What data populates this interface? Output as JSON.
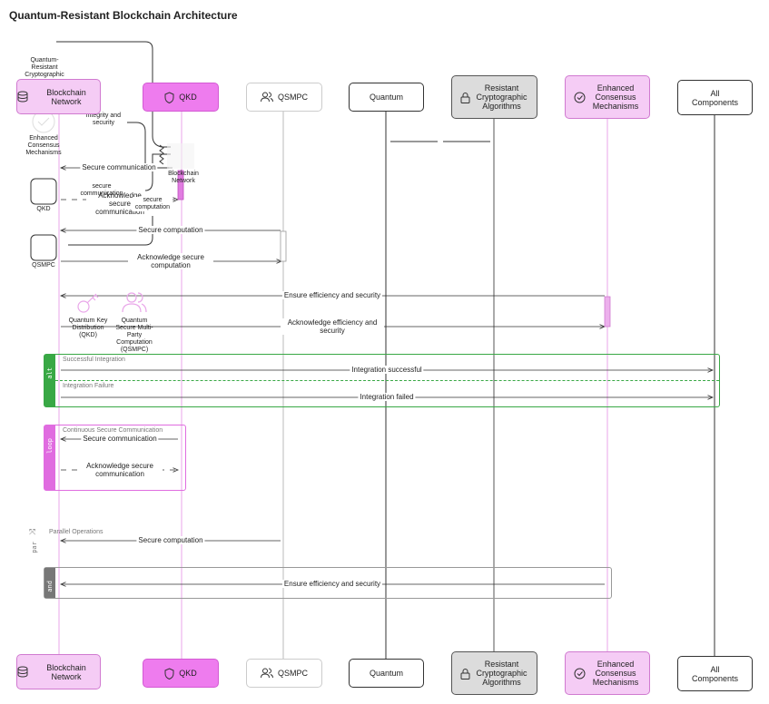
{
  "title": "Quantum-Resistant Blockchain Architecture",
  "participants": {
    "blockchain": "Blockchain Network",
    "qkd": "QKD",
    "qsmpc": "QSMPC",
    "quantum": "Quantum",
    "rca": "Resistant Cryptographic Algorithms",
    "ecm": "Enhanced Consensus Mechanisms",
    "all": "All Components"
  },
  "overlay": {
    "qrc": "Quantum-Resistant Cryptographic",
    "ecm_small": "Enhanced Consensus Mechanisms",
    "qkd_small": "QKD",
    "qsmpc_small": "QSMPC",
    "qkd_full": "Quantum Key Distribution (QKD)",
    "qsmpc_full": "Quantum Secure Multi-Party Computation (QSMPC)",
    "blockchain_small": "Blockchain Network",
    "integrity": "integrity and security",
    "secure_comm_small": "secure communication",
    "secure_comp_small": "secure computation"
  },
  "messages": {
    "m1": "Secure communication",
    "m2": "Acknowledge secure communication",
    "m3": "Secure computation",
    "m4": "Acknowledge secure computation",
    "m5": "Ensure efficiency and security",
    "m6": "Acknowledge efficiency and security",
    "m7": "Integration successful",
    "m8": "Integration failed",
    "m9": "Secure communication",
    "m10": "Acknowledge secure communication",
    "m11": "Secure computation",
    "m12": "Ensure efficiency and security"
  },
  "frames": {
    "alt_tag": "alt",
    "alt_success": "Successful Integration",
    "alt_failure": "Integration Failure",
    "loop_tag": "loop",
    "loop_title": "Continuous Secure Communication",
    "par_tag": "par",
    "par_title": "Parallel Operations",
    "and_tag": "and"
  },
  "colors": {
    "alt": "#39a845",
    "loop": "#e06ce0",
    "and": "#777777",
    "lifeline_pink": "#e9a6e9"
  }
}
